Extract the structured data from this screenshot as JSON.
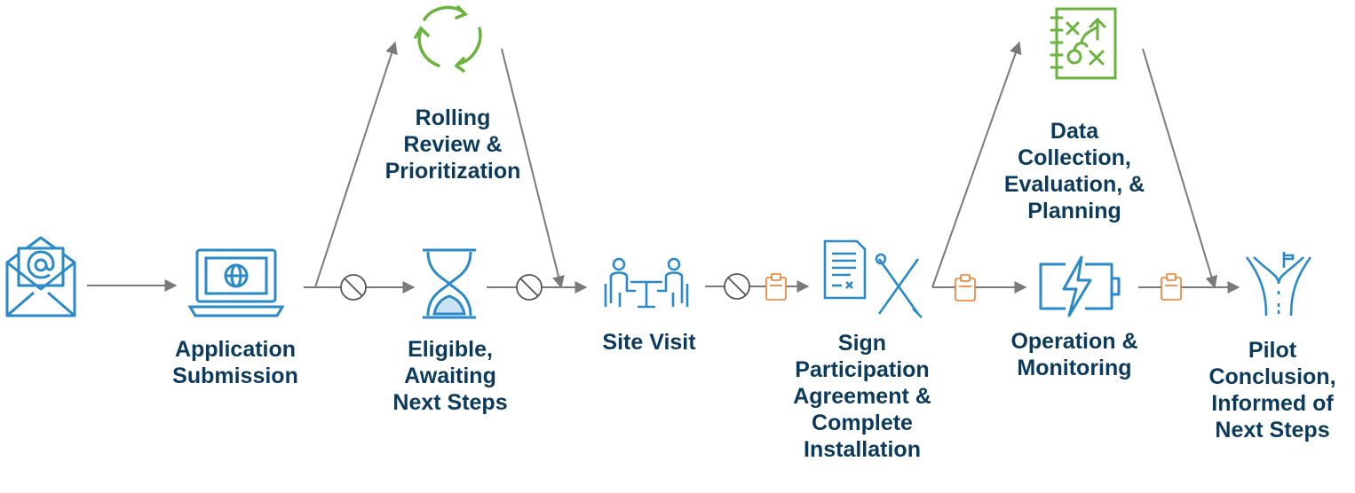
{
  "colors": {
    "label": "#0b3a5c",
    "icon_blue": "#2a8ac9",
    "icon_green": "#6ab33c",
    "arrow": "#7a7a7a",
    "gate": "#555555",
    "clipboard": "#f07c2a"
  },
  "steps": [
    {
      "id": "email",
      "icon": "envelope-at-icon",
      "label": ""
    },
    {
      "id": "application",
      "icon": "laptop-globe-icon",
      "label": "Application\nSubmission"
    },
    {
      "id": "eligible",
      "icon": "hourglass-icon",
      "label": "Eligible,\nAwaiting\nNext Steps"
    },
    {
      "id": "site-visit",
      "icon": "meeting-table-icon",
      "label": "Site Visit"
    },
    {
      "id": "sign",
      "icon": "document-tools-icon",
      "label": "Sign\nParticipation\nAgreement &\nComplete\nInstallation"
    },
    {
      "id": "operation",
      "icon": "battery-bolt-icon",
      "label": "Operation &\nMonitoring"
    },
    {
      "id": "conclusion",
      "icon": "forked-road-icon",
      "label": "Pilot\nConclusion,\nInformed of\nNext Steps"
    }
  ],
  "branches": [
    {
      "id": "review",
      "icon": "recycle-arrows-icon",
      "label": "Rolling\nReview &\nPrioritization"
    },
    {
      "id": "data",
      "icon": "strategy-board-icon",
      "label": "Data\nCollection,\nEvaluation, &\nPlanning"
    }
  ]
}
